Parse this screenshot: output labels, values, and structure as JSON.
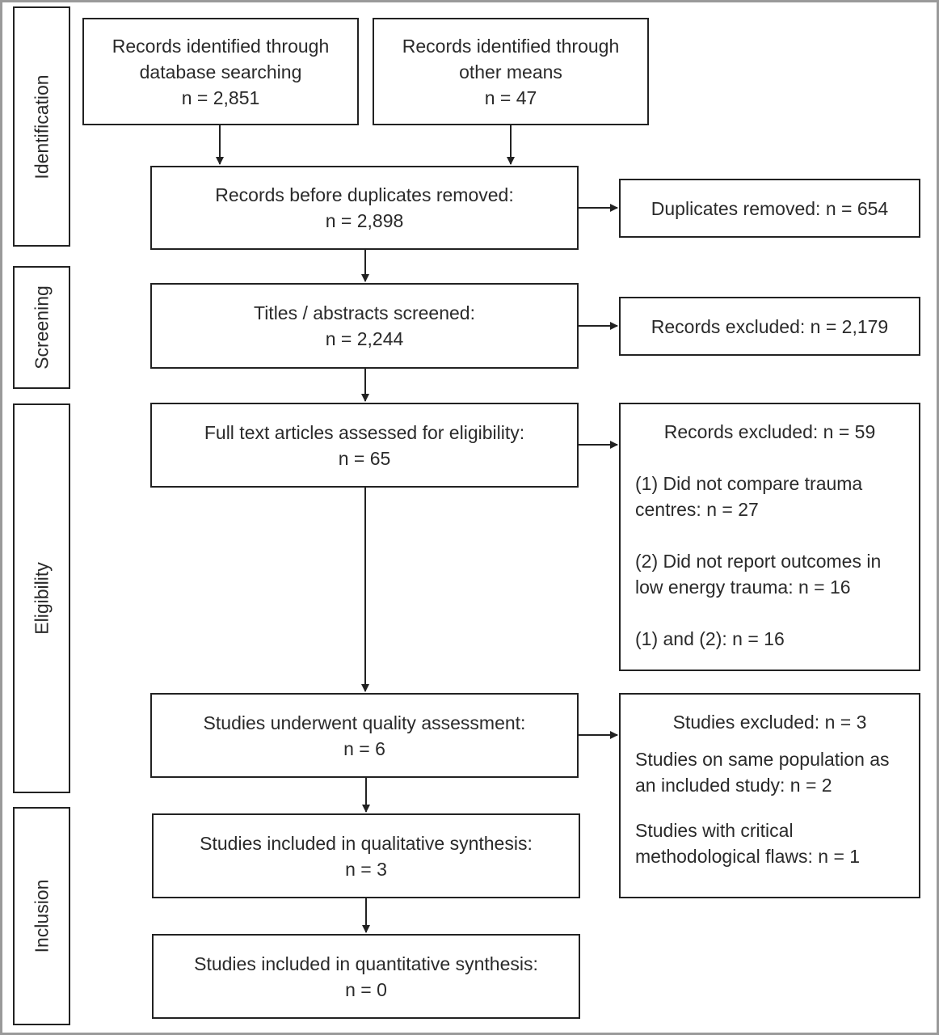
{
  "stages": {
    "identification": "Identification",
    "screening": "Screening",
    "eligibility": "Eligibility",
    "inclusion": "Inclusion"
  },
  "boxes": {
    "db_search": {
      "line1": "Records identified through",
      "line2": "database searching",
      "line3": "n = 2,851"
    },
    "other_means": {
      "line1": "Records identified through",
      "line2": "other means",
      "line3": "n = 47"
    },
    "before_duplicates": {
      "line1": "Records before duplicates removed:",
      "line2": "n = 2,898"
    },
    "duplicates_removed": {
      "line1": "Duplicates removed: n = 654"
    },
    "screened": {
      "line1": "Titles / abstracts screened:",
      "line2": "n = 2,244"
    },
    "screen_excluded": {
      "line1": "Records excluded: n = 2,179"
    },
    "full_text": {
      "line1": "Full text articles assessed for eligibility:",
      "line2": "n = 65"
    },
    "full_text_excluded": {
      "line1": "Records excluded: n = 59",
      "reason1a": "(1) Did not compare trauma",
      "reason1b": "centres: n = 27",
      "reason2a": "(2) Did not report outcomes in",
      "reason2b": "low energy trauma: n = 16",
      "reason3": "(1) and (2): n = 16"
    },
    "quality": {
      "line1": "Studies underwent quality assessment:",
      "line2": "n = 6"
    },
    "quality_excluded": {
      "line1": "Studies excluded: n = 3",
      "reason1a": "Studies on same population as",
      "reason1b": "an included study: n = 2",
      "reason2a": "Studies with critical",
      "reason2b": "methodological flaws: n = 1"
    },
    "qualitative": {
      "line1": "Studies included in qualitative synthesis:",
      "line2": "n = 3"
    },
    "quantitative": {
      "line1": "Studies included in quantitative synthesis:",
      "line2": "n = 0"
    }
  }
}
